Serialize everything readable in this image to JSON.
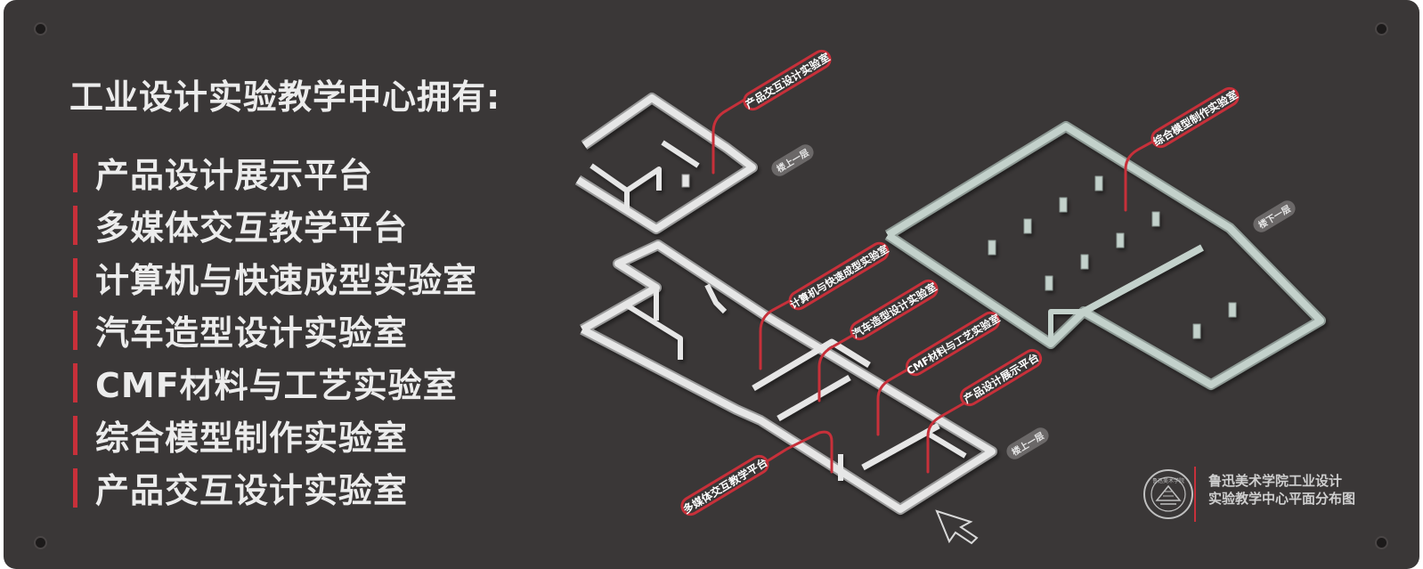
{
  "heading": "工业设计实验教学中心拥有:",
  "facilities": [
    "产品设计展示平台",
    "多媒体交互教学平台",
    "计算机与快速成型实验室",
    "汽车造型设计实验室",
    "CMF材料与工艺实验室",
    "综合模型制作实验室",
    "产品交互设计实验室"
  ],
  "map_labels": {
    "top_room": "产品交互设计实验室",
    "big_room": "综合模型制作实验室",
    "computer_lab": "计算机与快速成型实验室",
    "car_lab": "汽车造型设计实验室",
    "cmf_lab": "CMF材料与工艺实验室",
    "display_platform": "产品设计展示平台",
    "multimedia_platform": "多媒体交互教学平台"
  },
  "stair_labels": {
    "up_a": "楼上一层",
    "down": "楼下一层",
    "up_b": "楼上一层"
  },
  "logo": {
    "text": "鲁迅美术学院"
  },
  "caption": {
    "line1": "鲁迅美术学院工业设计",
    "line2": "实验教学中心平面分布图"
  },
  "colors": {
    "board": "#3a3737",
    "accent": "#c7303a",
    "text": "#ececec",
    "wall_grey": "#e3e3e3",
    "wall_green": "#c3d1cb"
  }
}
